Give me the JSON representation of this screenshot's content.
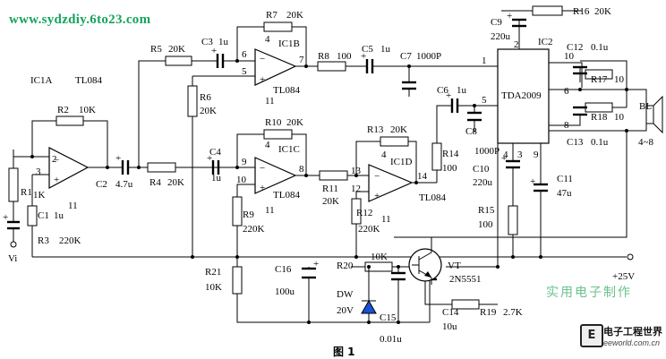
{
  "watermark": {
    "url": "www.sydzdiy.6to23.com",
    "cn": "实用电子制作"
  },
  "figure_caption": "图 1",
  "logo": {
    "mark": "E",
    "title": "电子工程世界",
    "site": "eeworld.com.cn"
  },
  "labels": {
    "ic1a": "IC1A",
    "tl084_a": "TL084",
    "ic1b": "IC1B",
    "tl084_b": "TL084",
    "ic1c": "IC1C",
    "tl084_c": "TL084",
    "ic1d": "IC1D",
    "tl084_d": "TL084",
    "ic2": "IC2",
    "tda2009": "TDA2009",
    "r1": "R1",
    "r1v": "1K",
    "r2": "R2",
    "r2v": "10K",
    "r3": "R3",
    "r3v": "220K",
    "r4": "R4",
    "r4v": "20K",
    "r5": "R5",
    "r5v": "20K",
    "r6": "R6",
    "r6v": "20K",
    "r7": "R7",
    "r7v": "20K",
    "r8": "R8",
    "r8v": "100",
    "r9": "R9",
    "r9v": "220K",
    "r10": "R10",
    "r10v": "20K",
    "r11": "R11",
    "r11v": "20K",
    "r12": "R12",
    "r12v": "220K",
    "r13": "R13",
    "r13v": "20K",
    "r14": "R14",
    "r14v": "100",
    "r15": "R15",
    "r15v": "100",
    "r16": "R16",
    "r16v": "20K",
    "r17": "R17",
    "r17v": "10",
    "r18": "R18",
    "r18v": "10",
    "r19": "R19",
    "r19v": "2.7K",
    "r20": "R20",
    "r20v": "10K",
    "r21": "R21",
    "r21v": "10K",
    "c1": "C1",
    "c1v": "1u",
    "c2": "C2",
    "c2v": "4.7u",
    "c3": "C3",
    "c3v": "1u",
    "c4": "C4",
    "c4v": "1u",
    "c5": "C5",
    "c5v": "1u",
    "c6": "C6",
    "c6v": "1u",
    "c7": "C7",
    "c7v": "1000P",
    "c8": "C8",
    "c8v": "1000P",
    "c9": "C9",
    "c9v": "220u",
    "c10": "C10",
    "c10v": "220u",
    "c11": "C11",
    "c11v": "47u",
    "c12": "C12",
    "c12v": "0.1u",
    "c13": "C13",
    "c13v": "0.1u",
    "c14": "C14",
    "c14v": "10u",
    "c15": "C15",
    "c15v": "0.01u",
    "c16": "C16",
    "c16v": "100u",
    "dw": "DW",
    "dwv": "20V",
    "vt": "VT",
    "vtv": "2N5551",
    "bl": "BL",
    "blv": "4~8",
    "vi": "Vi",
    "vcc": "+25V",
    "pin1": "1",
    "pin2": "2",
    "pin3": "3",
    "pin4": "4",
    "pin5": "5",
    "pin6": "6",
    "pin7": "7",
    "pin8": "8",
    "pin9": "9",
    "pin10": "10",
    "pin11": "11",
    "pin12": "12",
    "pin13": "13",
    "pin14": "14"
  }
}
